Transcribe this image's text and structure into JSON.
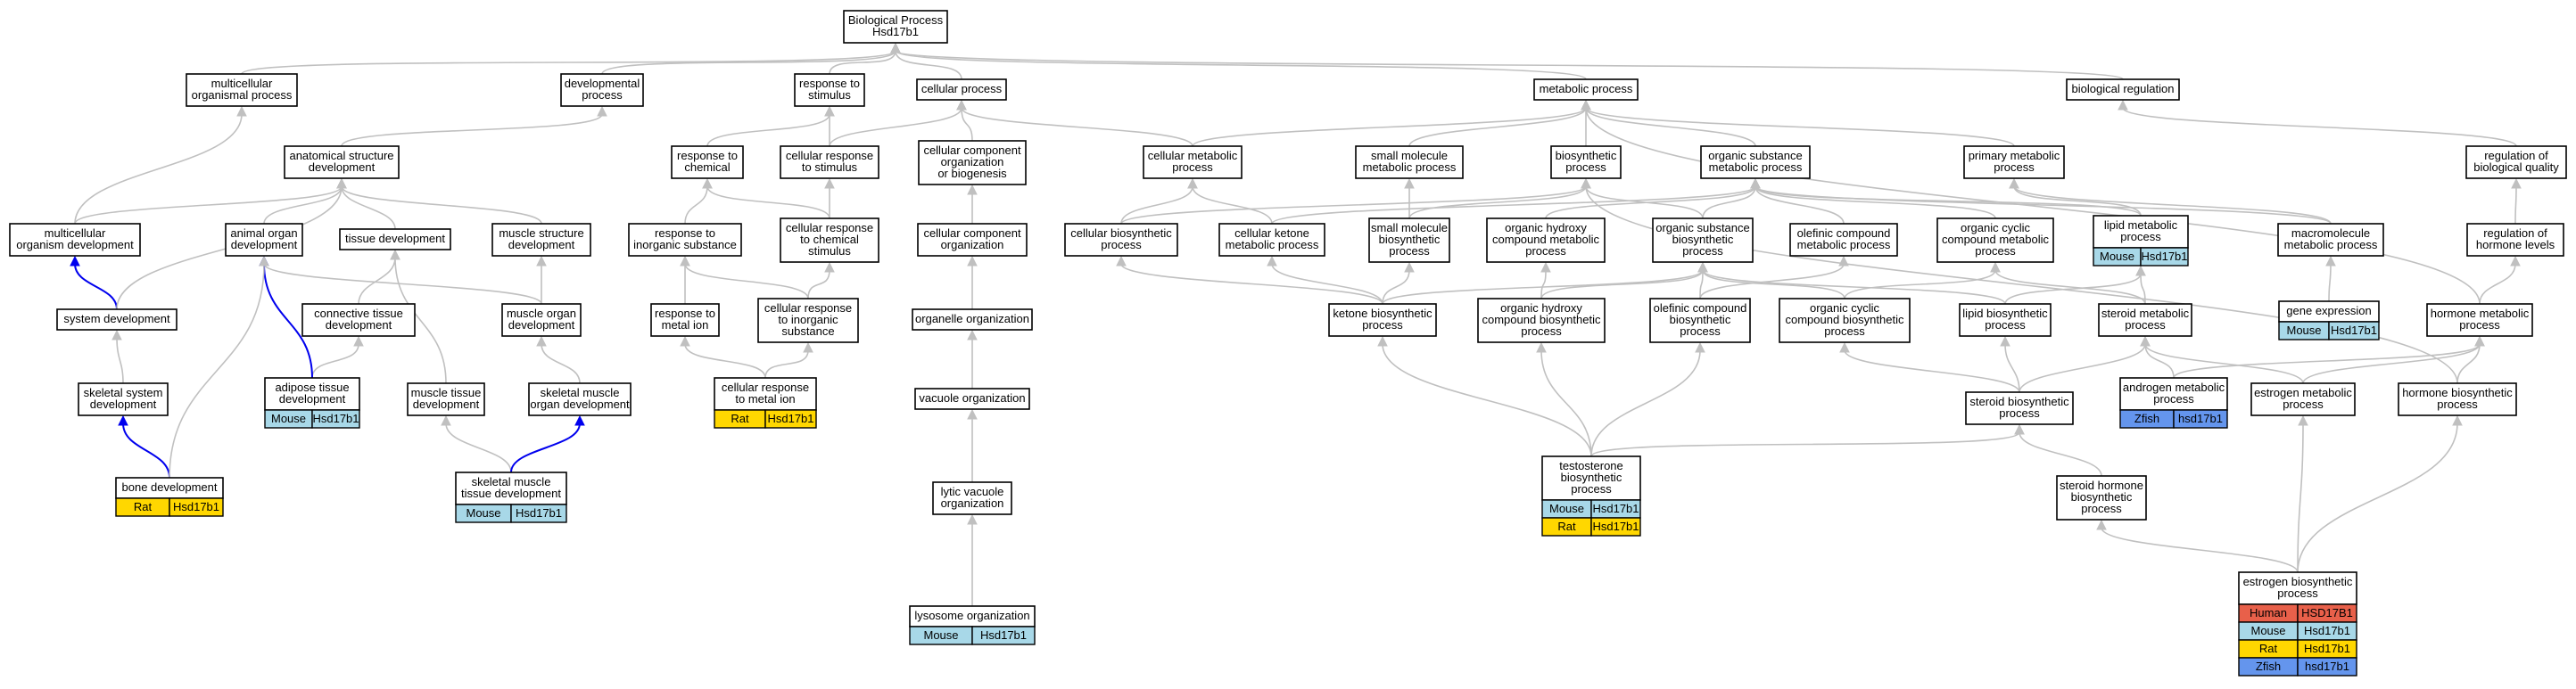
{
  "diagram": {
    "colors": {
      "Mouse": "#a8d8e8",
      "Rat": "#ffd700",
      "Human": "#e8604a",
      "Zfish": "#6495ed",
      "edge": "#c0c0c0",
      "edge_blue": "#0000ee"
    },
    "nodes": [
      {
        "id": "bp",
        "label": "Biological Process\nHsd17b1"
      },
      {
        "id": "multicellular_organismal",
        "label": "multicellular\norganismal process"
      },
      {
        "id": "developmental",
        "label": "developmental\nprocess"
      },
      {
        "id": "response_stimulus",
        "label": "response to\nstimulus"
      },
      {
        "id": "cellular_process",
        "label": "cellular process"
      },
      {
        "id": "metabolic_process",
        "label": "metabolic process"
      },
      {
        "id": "biological_regulation",
        "label": "biological regulation"
      },
      {
        "id": "anatomical_structure_dev",
        "label": "anatomical structure\ndevelopment"
      },
      {
        "id": "response_chemical",
        "label": "response to\nchemical"
      },
      {
        "id": "cellular_response_stimulus",
        "label": "cellular response\nto stimulus"
      },
      {
        "id": "ccob",
        "label": "cellular component\norganization\nor biogenesis"
      },
      {
        "id": "cellular_metabolic",
        "label": "cellular metabolic\nprocess"
      },
      {
        "id": "small_molecule_metabolic",
        "label": "small molecule\nmetabolic process"
      },
      {
        "id": "biosynthetic",
        "label": "biosynthetic\nprocess"
      },
      {
        "id": "organic_substance_metabolic",
        "label": "organic substance\nmetabolic process"
      },
      {
        "id": "primary_metabolic",
        "label": "primary metabolic\nprocess"
      },
      {
        "id": "regulation_biological_quality",
        "label": "regulation of\nbiological quality"
      },
      {
        "id": "multicellular_organism_dev",
        "label": "multicellular\norganism development"
      },
      {
        "id": "animal_organ_dev",
        "label": "animal organ\ndevelopment"
      },
      {
        "id": "tissue_dev",
        "label": "tissue development"
      },
      {
        "id": "muscle_structure_dev",
        "label": "muscle structure\ndevelopment"
      },
      {
        "id": "response_inorganic",
        "label": "response to\ninorganic substance"
      },
      {
        "id": "cellular_response_chemical",
        "label": "cellular response\nto chemical\nstimulus"
      },
      {
        "id": "cellular_component_org",
        "label": "cellular component\norganization"
      },
      {
        "id": "cellular_biosynthetic",
        "label": "cellular biosynthetic\nprocess"
      },
      {
        "id": "cellular_ketone",
        "label": "cellular ketone\nmetabolic process"
      },
      {
        "id": "small_molecule_biosynthetic",
        "label": "small molecule\nbiosynthetic\nprocess"
      },
      {
        "id": "organic_hydroxy_metabolic",
        "label": "organic hydroxy\ncompound metabolic\nprocess"
      },
      {
        "id": "organic_substance_biosynthetic",
        "label": "organic substance\nbiosynthetic\nprocess"
      },
      {
        "id": "olefinic_metabolic",
        "label": "olefinic compound\nmetabolic process"
      },
      {
        "id": "organic_cyclic_metabolic",
        "label": "organic cyclic\ncompound metabolic\nprocess"
      },
      {
        "id": "lipid_metabolic",
        "label": "lipid metabolic\nprocess",
        "species": [
          [
            "Mouse",
            "Hsd17b1"
          ]
        ]
      },
      {
        "id": "macromolecule_metabolic",
        "label": "macromolecule\nmetabolic process"
      },
      {
        "id": "regulation_hormone",
        "label": "regulation of\nhormone levels"
      },
      {
        "id": "system_dev",
        "label": "system development"
      },
      {
        "id": "connective_tissue_dev",
        "label": "connective tissue\ndevelopment"
      },
      {
        "id": "muscle_organ_dev",
        "label": "muscle organ\ndevelopment"
      },
      {
        "id": "response_metal_ion",
        "label": "response to\nmetal ion"
      },
      {
        "id": "cellular_response_inorganic",
        "label": "cellular response\nto inorganic\nsubstance"
      },
      {
        "id": "organelle_org",
        "label": "organelle organization"
      },
      {
        "id": "ketone_biosynthetic",
        "label": "ketone biosynthetic\nprocess"
      },
      {
        "id": "organic_hydroxy_biosynthetic",
        "label": "organic hydroxy\ncompound biosynthetic\nprocess"
      },
      {
        "id": "olefinic_biosynthetic",
        "label": "olefinic compound\nbiosynthetic\nprocess"
      },
      {
        "id": "organic_cyclic_biosynthetic",
        "label": "organic cyclic\ncompound biosynthetic\nprocess"
      },
      {
        "id": "lipid_biosynthetic",
        "label": "lipid biosynthetic\nprocess"
      },
      {
        "id": "steroid_metabolic",
        "label": "steroid metabolic\nprocess"
      },
      {
        "id": "gene_expression",
        "label": "gene expression",
        "species": [
          [
            "Mouse",
            "Hsd17b1"
          ]
        ]
      },
      {
        "id": "hormone_metabolic",
        "label": "hormone metabolic\nprocess"
      },
      {
        "id": "skeletal_system_dev",
        "label": "skeletal system\ndevelopment"
      },
      {
        "id": "adipose_tissue_dev",
        "label": "adipose tissue\ndevelopment",
        "species": [
          [
            "Mouse",
            "Hsd17b1"
          ]
        ]
      },
      {
        "id": "muscle_tissue_dev",
        "label": "muscle tissue\ndevelopment"
      },
      {
        "id": "skeletal_muscle_organ_dev",
        "label": "skeletal muscle\norgan development"
      },
      {
        "id": "cellular_response_metal_ion",
        "label": "cellular response\nto metal ion",
        "species": [
          [
            "Rat",
            "Hsd17b1"
          ]
        ]
      },
      {
        "id": "vacuole_org",
        "label": "vacuole organization"
      },
      {
        "id": "steroid_biosynthetic",
        "label": "steroid biosynthetic\nprocess"
      },
      {
        "id": "androgen_metabolic",
        "label": "androgen metabolic\nprocess",
        "species": [
          [
            "Zfish",
            "hsd17b1"
          ]
        ]
      },
      {
        "id": "estrogen_metabolic",
        "label": "estrogen metabolic\nprocess"
      },
      {
        "id": "hormone_biosynthetic",
        "label": "hormone biosynthetic\nprocess"
      },
      {
        "id": "bone_dev",
        "label": "bone development",
        "species": [
          [
            "Rat",
            "Hsd17b1"
          ]
        ]
      },
      {
        "id": "skeletal_muscle_tissue_dev",
        "label": "skeletal muscle\ntissue development",
        "species": [
          [
            "Mouse",
            "Hsd17b1"
          ]
        ]
      },
      {
        "id": "lytic_vacuole_org",
        "label": "lytic vacuole\norganization"
      },
      {
        "id": "testosterone_biosynthetic",
        "label": "testosterone\nbiosynthetic\nprocess",
        "species": [
          [
            "Mouse",
            "Hsd17b1"
          ],
          [
            "Rat",
            "Hsd17b1"
          ]
        ]
      },
      {
        "id": "steroid_hormone_biosynthetic",
        "label": "steroid hormone\nbiosynthetic\nprocess"
      },
      {
        "id": "lysosome_org",
        "label": "lysosome organization",
        "species": [
          [
            "Mouse",
            "Hsd17b1"
          ]
        ]
      },
      {
        "id": "estrogen_biosynthetic",
        "label": "estrogen biosynthetic\nprocess",
        "species": [
          [
            "Human",
            "HSD17B1"
          ],
          [
            "Mouse",
            "Hsd17b1"
          ],
          [
            "Rat",
            "Hsd17b1"
          ],
          [
            "Zfish",
            "hsd17b1"
          ]
        ]
      }
    ],
    "edges": [
      [
        "multicellular_organismal",
        "bp"
      ],
      [
        "developmental",
        "bp"
      ],
      [
        "response_stimulus",
        "bp"
      ],
      [
        "cellular_process",
        "bp"
      ],
      [
        "metabolic_process",
        "bp"
      ],
      [
        "biological_regulation",
        "bp"
      ],
      [
        "anatomical_structure_dev",
        "developmental"
      ],
      [
        "response_chemical",
        "response_stimulus"
      ],
      [
        "cellular_response_stimulus",
        "response_stimulus"
      ],
      [
        "cellular_response_stimulus",
        "cellular_process"
      ],
      [
        "ccob",
        "cellular_process"
      ],
      [
        "cellular_metabolic",
        "cellular_process"
      ],
      [
        "cellular_metabolic",
        "metabolic_process"
      ],
      [
        "small_molecule_metabolic",
        "metabolic_process"
      ],
      [
        "biosynthetic",
        "metabolic_process"
      ],
      [
        "organic_substance_metabolic",
        "metabolic_process"
      ],
      [
        "primary_metabolic",
        "metabolic_process"
      ],
      [
        "regulation_biological_quality",
        "biological_regulation"
      ],
      [
        "multicellular_organism_dev",
        "multicellular_organismal"
      ],
      [
        "multicellular_organism_dev",
        "anatomical_structure_dev"
      ],
      [
        "animal_organ_dev",
        "anatomical_structure_dev"
      ],
      [
        "tissue_dev",
        "anatomical_structure_dev"
      ],
      [
        "muscle_structure_dev",
        "anatomical_structure_dev"
      ],
      [
        "response_inorganic",
        "response_chemical"
      ],
      [
        "cellular_response_chemical",
        "response_chemical"
      ],
      [
        "cellular_response_chemical",
        "cellular_response_stimulus"
      ],
      [
        "cellular_component_org",
        "ccob"
      ],
      [
        "cellular_biosynthetic",
        "cellular_metabolic"
      ],
      [
        "cellular_biosynthetic",
        "biosynthetic"
      ],
      [
        "cellular_ketone",
        "cellular_metabolic"
      ],
      [
        "cellular_ketone",
        "organic_substance_metabolic"
      ],
      [
        "small_molecule_biosynthetic",
        "small_molecule_metabolic"
      ],
      [
        "small_molecule_biosynthetic",
        "biosynthetic"
      ],
      [
        "organic_hydroxy_metabolic",
        "organic_substance_metabolic"
      ],
      [
        "organic_substance_biosynthetic",
        "biosynthetic"
      ],
      [
        "organic_substance_biosynthetic",
        "organic_substance_metabolic"
      ],
      [
        "olefinic_metabolic",
        "organic_substance_metabolic"
      ],
      [
        "organic_cyclic_metabolic",
        "organic_substance_metabolic"
      ],
      [
        "lipid_metabolic",
        "organic_substance_metabolic"
      ],
      [
        "lipid_metabolic",
        "primary_metabolic"
      ],
      [
        "macromolecule_metabolic",
        "organic_substance_metabolic"
      ],
      [
        "macromolecule_metabolic",
        "primary_metabolic"
      ],
      [
        "regulation_hormone",
        "regulation_biological_quality"
      ],
      [
        "system_dev",
        "multicellular_organism_dev",
        "blue"
      ],
      [
        "system_dev",
        "anatomical_structure_dev"
      ],
      [
        "connective_tissue_dev",
        "tissue_dev"
      ],
      [
        "muscle_organ_dev",
        "animal_organ_dev"
      ],
      [
        "muscle_organ_dev",
        "muscle_structure_dev"
      ],
      [
        "response_metal_ion",
        "response_inorganic"
      ],
      [
        "cellular_response_inorganic",
        "response_inorganic"
      ],
      [
        "cellular_response_inorganic",
        "cellular_response_chemical"
      ],
      [
        "organelle_org",
        "cellular_component_org"
      ],
      [
        "ketone_biosynthetic",
        "cellular_ketone"
      ],
      [
        "ketone_biosynthetic",
        "cellular_biosynthetic"
      ],
      [
        "ketone_biosynthetic",
        "small_molecule_biosynthetic"
      ],
      [
        "ketone_biosynthetic",
        "organic_substance_biosynthetic"
      ],
      [
        "organic_hydroxy_biosynthetic",
        "organic_hydroxy_metabolic"
      ],
      [
        "organic_hydroxy_biosynthetic",
        "organic_substance_biosynthetic"
      ],
      [
        "olefinic_biosynthetic",
        "olefinic_metabolic"
      ],
      [
        "olefinic_biosynthetic",
        "organic_substance_biosynthetic"
      ],
      [
        "organic_cyclic_biosynthetic",
        "organic_cyclic_metabolic"
      ],
      [
        "organic_cyclic_biosynthetic",
        "organic_substance_biosynthetic"
      ],
      [
        "lipid_biosynthetic",
        "lipid_metabolic"
      ],
      [
        "lipid_biosynthetic",
        "organic_substance_biosynthetic"
      ],
      [
        "steroid_metabolic",
        "lipid_metabolic"
      ],
      [
        "steroid_metabolic",
        "organic_cyclic_metabolic"
      ],
      [
        "gene_expression",
        "macromolecule_metabolic"
      ],
      [
        "hormone_metabolic",
        "regulation_hormone"
      ],
      [
        "hormone_metabolic",
        "metabolic_process"
      ],
      [
        "skeletal_system_dev",
        "system_dev"
      ],
      [
        "adipose_tissue_dev",
        "connective_tissue_dev"
      ],
      [
        "adipose_tissue_dev",
        "animal_organ_dev",
        "blue"
      ],
      [
        "muscle_tissue_dev",
        "tissue_dev"
      ],
      [
        "skeletal_muscle_organ_dev",
        "muscle_organ_dev"
      ],
      [
        "cellular_response_metal_ion",
        "response_metal_ion"
      ],
      [
        "cellular_response_metal_ion",
        "cellular_response_inorganic"
      ],
      [
        "vacuole_org",
        "organelle_org"
      ],
      [
        "steroid_biosynthetic",
        "steroid_metabolic"
      ],
      [
        "steroid_biosynthetic",
        "lipid_biosynthetic"
      ],
      [
        "steroid_biosynthetic",
        "organic_cyclic_biosynthetic"
      ],
      [
        "androgen_metabolic",
        "steroid_metabolic"
      ],
      [
        "androgen_metabolic",
        "hormone_metabolic"
      ],
      [
        "estrogen_metabolic",
        "steroid_metabolic"
      ],
      [
        "estrogen_metabolic",
        "hormone_metabolic"
      ],
      [
        "hormone_biosynthetic",
        "hormone_metabolic"
      ],
      [
        "hormone_biosynthetic",
        "biosynthetic"
      ],
      [
        "bone_dev",
        "skeletal_system_dev",
        "blue"
      ],
      [
        "bone_dev",
        "animal_organ_dev"
      ],
      [
        "skeletal_muscle_tissue_dev",
        "muscle_tissue_dev"
      ],
      [
        "skeletal_muscle_tissue_dev",
        "skeletal_muscle_organ_dev",
        "blue"
      ],
      [
        "lytic_vacuole_org",
        "vacuole_org"
      ],
      [
        "testosterone_biosynthetic",
        "ketone_biosynthetic"
      ],
      [
        "testosterone_biosynthetic",
        "organic_hydroxy_biosynthetic"
      ],
      [
        "testosterone_biosynthetic",
        "olefinic_biosynthetic"
      ],
      [
        "testosterone_biosynthetic",
        "steroid_biosynthetic"
      ],
      [
        "steroid_hormone_biosynthetic",
        "steroid_biosynthetic"
      ],
      [
        "lysosome_org",
        "lytic_vacuole_org"
      ],
      [
        "estrogen_biosynthetic",
        "steroid_hormone_biosynthetic"
      ],
      [
        "estrogen_biosynthetic",
        "estrogen_metabolic"
      ],
      [
        "estrogen_biosynthetic",
        "hormone_biosynthetic"
      ]
    ]
  }
}
